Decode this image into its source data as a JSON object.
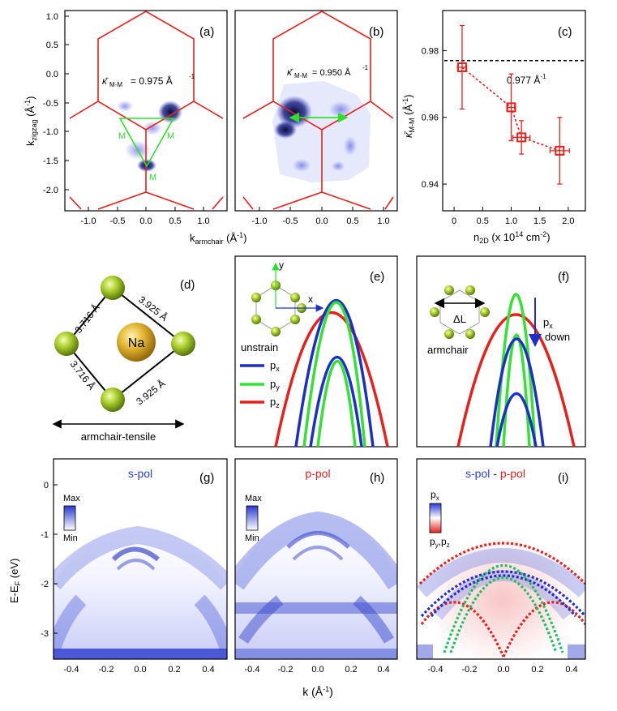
{
  "panels": {
    "a": {
      "label": "(a)",
      "kappa": "κ̄",
      "kappa_sub": "M-M",
      "kappa_value": "= 0.975 Å",
      "kappa_exp": "-1",
      "point_label": "M",
      "y_ticks": [
        "1.0",
        "0.5",
        "0.0",
        "-0.5",
        "-1.0",
        "-1.5",
        "-2.0"
      ],
      "x_ticks": [
        "-1.0",
        "-0.5",
        "0.0",
        "0.5",
        "1.0"
      ]
    },
    "b": {
      "label": "(b)",
      "kappa": "κ̄",
      "kappa_sub": "M-M",
      "kappa_value": "= 0.950 Å",
      "kappa_exp": "-1",
      "x_ticks": [
        "-1.0",
        "-0.5",
        "0.0",
        "0.5",
        "1.0"
      ]
    },
    "c": {
      "label": "(c)",
      "y_ticks": [
        "0.98",
        "0.96",
        "0.94"
      ],
      "x_ticks": [
        "0",
        "0.5",
        "1.0",
        "1.5",
        "2.0"
      ],
      "ref_label": "0.977 Å",
      "ref_exp": "-1",
      "ylabel_main": "κ̄",
      "ylabel_sub": "M-M",
      "ylabel_tail": " (Å",
      "ylabel_exp": "-1",
      "ylabel_close": ")",
      "xlabel_main": "n",
      "xlabel_sub": "2D",
      "xlabel_tail": " (x 10",
      "xlabel_exp1": "14",
      "xlabel_mid": " cm",
      "xlabel_exp2": "-2",
      "xlabel_close": ")"
    },
    "d": {
      "label": "(d)",
      "center_atom": "Na",
      "bond_ul": "3.716 Å",
      "bond_ur": "3.925 Å",
      "bond_ll": "3.716 Å",
      "bond_lr": "3.925 Å",
      "arrow_label": "armchair-tensile"
    },
    "e": {
      "label": "(e)",
      "axis_x": "x",
      "axis_y": "y",
      "state": "unstrain",
      "legend": [
        "p",
        "p",
        "p"
      ],
      "legend_sub": [
        "x",
        "y",
        "z"
      ]
    },
    "f": {
      "label": "(f)",
      "delta": "ΔL",
      "state": "armchair",
      "px_main": "p",
      "px_sub": "x",
      "down": "down"
    },
    "g": {
      "label": "(g)",
      "title": "s-pol",
      "cb_max": "Max",
      "cb_min": "Min",
      "y_ticks": [
        "0",
        "-1",
        "-2",
        "-3"
      ],
      "x_ticks": [
        "-0.4",
        "-0.2",
        "0.0",
        "0.2",
        "0.4"
      ]
    },
    "h": {
      "label": "(h)",
      "title": "p-pol",
      "cb_max": "Max",
      "cb_min": "Min",
      "x_ticks": [
        "-0.4",
        "-0.2",
        "0.0",
        "0.2",
        "0.4"
      ]
    },
    "i": {
      "label": "(i)",
      "title_a": "s-pol",
      "title_sep": " - ",
      "title_b": "p-pol",
      "cb_top": "p",
      "cb_top_sub": "x",
      "cb_bot": "p",
      "cb_bot_sub1": "y",
      "cb_bot_mid": ",p",
      "cb_bot_sub2": "z",
      "x_ticks": [
        "-0.4",
        "-0.2",
        "0.0",
        "0.2",
        "0.4"
      ]
    }
  },
  "labels": {
    "kzigzag_main": "k",
    "kzigzag_sub": "zigzag",
    "kzigzag_tail": " (Å",
    "kzigzag_exp": "-1",
    "kzigzag_close": ")",
    "karm_main": "k",
    "karm_sub": "armchair",
    "karm_tail": " (Å",
    "karm_exp": "-1",
    "karm_close": ")",
    "energy_main": "E-E",
    "energy_sub": "F",
    "energy_tail": " (eV)",
    "k_main": "k (Å",
    "k_exp": "-1",
    "k_close": ")"
  },
  "colors": {
    "bz_line": "#e8201c",
    "cut_line": "#2ee02e",
    "px": "#1c2fc8",
    "py": "#33e233",
    "pz": "#e8201c",
    "arpes": "#2a3fd6",
    "s_pol_title": "#2a3fd6",
    "p_pol_title": "#e8201c"
  },
  "chart_data": {
    "type": "scatter",
    "series": [
      {
        "x": [
          0.14,
          1.0,
          1.18,
          1.85
        ],
        "y": [
          0.975,
          0.963,
          0.954,
          0.95
        ],
        "y_err": [
          0.0125,
          0.01,
          0.005,
          0.01
        ],
        "x_err": [
          0.08,
          0.06,
          0.15,
          0.17
        ]
      }
    ],
    "reference_line": 0.977,
    "xlim": [
      -0.2,
      2.3
    ],
    "ylim": [
      0.932,
      0.992
    ],
    "xlabel": "n2D (x 10^14 cm^-2)",
    "ylabel": "κ̄M-M (Å^-1)",
    "grid": false
  }
}
